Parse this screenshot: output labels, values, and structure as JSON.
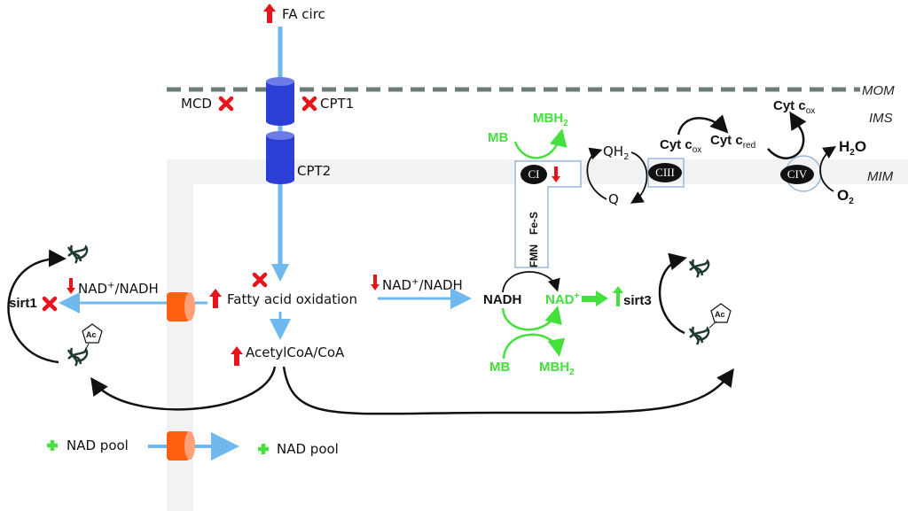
{
  "membranes": {
    "outer": "MOM",
    "intermembrane": "IMS",
    "inner": "MIM"
  },
  "top": {
    "label": "FA circ",
    "indicator": "up-red"
  },
  "transporters": {
    "mcd": "MCD",
    "cpt1": "CPT1",
    "cpt2": "CPT2"
  },
  "metabolism": {
    "fao": "Fatty acid oxidation",
    "acetyl": "AcetylCoA/CoA",
    "ratio_left": "NAD",
    "ratio_right": "NAD",
    "ratio_sup": "+",
    "ratio_tail": "/NADH"
  },
  "sirtuins": {
    "sirt1": "sirt1",
    "sirt3": "sirt3",
    "acetyl_tag": "Ac"
  },
  "etc": {
    "ci": "CI",
    "ciii": "CIII",
    "civ": "CIV",
    "fes": "Fe-S",
    "fmn": "FMN",
    "qh2": "QH",
    "qh2_sub": "2",
    "q": "Q",
    "cyt": "Cyt c",
    "ox": "ox",
    "red": "red",
    "h2o_h": "H",
    "h2o_sub": "2",
    "h2o_o": "O",
    "o2": "O",
    "o2_sub": "2"
  },
  "methylene_blue": {
    "mb": "MB",
    "mbh": "MBH",
    "mbh_sub": "2"
  },
  "nad": {
    "nadh": "NADH",
    "nadp": "NAD",
    "nadp_sup": "+"
  },
  "pool": {
    "left": "NAD pool",
    "right": "NAD pool"
  },
  "colors": {
    "up": "#e8141c",
    "green": "#44e03c",
    "flow": "#6fb8ee",
    "transporter": "#2b3fd6",
    "pore": "#ff6010"
  }
}
